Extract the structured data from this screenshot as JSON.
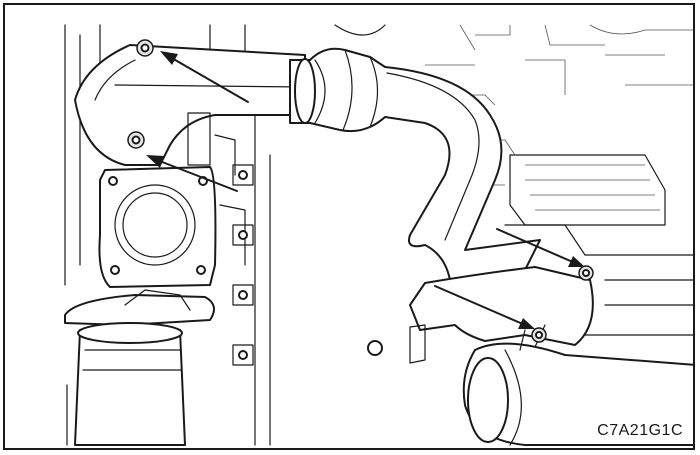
{
  "figure": {
    "code": "C7A21G1C",
    "colors": {
      "line": "#1a1a1a",
      "background": "#ffffff",
      "frame": "#1a1a1a"
    },
    "callouts": [
      {
        "name": "upper-flange-nut-arrow"
      },
      {
        "name": "lower-flange-nut-arrow"
      },
      {
        "name": "upper-bracket-nut-arrow"
      },
      {
        "name": "lower-bracket-nut-arrow"
      }
    ]
  }
}
